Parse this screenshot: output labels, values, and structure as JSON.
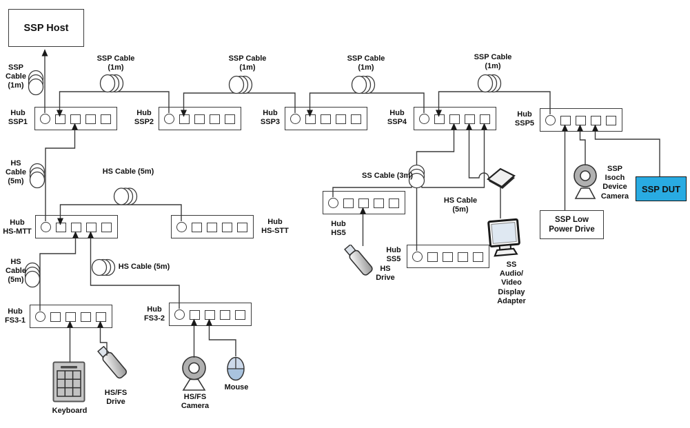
{
  "diagram": {
    "host": {
      "label": "SSP Host"
    },
    "hubs": {
      "ssp1": {
        "label": "Hub\nSSP1"
      },
      "ssp2": {
        "label": "Hub\nSSP2"
      },
      "ssp3": {
        "label": "Hub\nSSP3"
      },
      "ssp4": {
        "label": "Hub\nSSP4"
      },
      "ssp5": {
        "label": "Hub\nSSP5"
      },
      "hs_mtt": {
        "label": "Hub\nHS-MTT"
      },
      "hs_stt": {
        "label": "Hub\nHS-STT"
      },
      "fs3_1": {
        "label": "Hub\nFS3-1"
      },
      "fs3_2": {
        "label": "Hub\nFS3-2"
      },
      "hs5": {
        "label": "Hub\nHS5"
      },
      "ss5": {
        "label": "Hub\nSS5"
      }
    },
    "cables": {
      "ssp_host": {
        "label": "SSP\nCable\n(1m)"
      },
      "ssp_1_2": {
        "label": "SSP Cable\n(1m)"
      },
      "ssp_2_3": {
        "label": "SSP Cable\n(1m)"
      },
      "ssp_3_4": {
        "label": "SSP  Cable\n(1m)"
      },
      "ssp_4_5": {
        "label": "SSP Cable\n(1m)"
      },
      "hs_mtt_up": {
        "label": "HS\nCable\n(5m)"
      },
      "hs_mtt_stt": {
        "label": "HS Cable (5m)"
      },
      "hs_fs3_1": {
        "label": "HS\nCable\n(5m)"
      },
      "hs_fs3_2": {
        "label": "HS Cable (5m)"
      },
      "ss_3m": {
        "label": "SS Cable (3m)"
      },
      "hs_5m_right": {
        "label": "HS Cable\n(5m)"
      }
    },
    "devices": {
      "keyboard": {
        "label": "Keyboard"
      },
      "hsfs_drive": {
        "label": "HS/FS\nDrive"
      },
      "hsfs_camera": {
        "label": "HS/FS\nCamera"
      },
      "mouse": {
        "label": "Mouse"
      },
      "hs_drive": {
        "label": "HS\nDrive"
      },
      "av_adapter": {
        "label": "SS\nAudio/\nVideo\nDisplay\nAdapter"
      },
      "isoch_camera": {
        "label": "SSP\nIsoch\nDevice\nCamera"
      },
      "low_power_drive": {
        "label": "SSP Low\nPower Drive"
      },
      "ssp_dut": {
        "label": "SSP DUT"
      }
    },
    "connections": [
      {
        "from": "Hub SSP1 upstream",
        "to": "SSP Host",
        "cable": "SSP Cable (1m)"
      },
      {
        "from": "Hub SSP2 upstream",
        "to": "Hub SSP1 port 1",
        "cable": "SSP Cable (1m)"
      },
      {
        "from": "Hub SSP3 upstream",
        "to": "Hub SSP2 port 1",
        "cable": "SSP Cable (1m)"
      },
      {
        "from": "Hub SSP4 upstream",
        "to": "Hub SSP3 port 1",
        "cable": "SSP Cable (1m)"
      },
      {
        "from": "Hub SSP5 upstream",
        "to": "Hub SSP4 port 1",
        "cable": "SSP Cable (1m)"
      },
      {
        "from": "Hub HS-MTT upstream",
        "to": "Hub SSP1 port 2",
        "cable": "HS Cable (5m)"
      },
      {
        "from": "Hub HS-STT upstream",
        "to": "Hub HS-MTT port 1",
        "cable": "HS Cable (5m)"
      },
      {
        "from": "Hub FS3-1 upstream",
        "to": "Hub HS-MTT port 2",
        "cable": "HS Cable (5m)"
      },
      {
        "from": "Hub FS3-2 upstream",
        "to": "Hub HS-MTT port 3",
        "cable": "HS Cable (5m)"
      },
      {
        "from": "Keyboard",
        "to": "Hub FS3-1 port 2"
      },
      {
        "from": "HS/FS Drive",
        "to": "Hub FS3-1 port 4"
      },
      {
        "from": "HS/FS Camera",
        "to": "Hub FS3-2 port 1"
      },
      {
        "from": "Mouse",
        "to": "Hub FS3-2 port 2"
      },
      {
        "from": "Hub SS5 upstream",
        "to": "Hub SSP4 port 2",
        "cable": "SS Cable (3m)"
      },
      {
        "from": "SS Audio/Video Display Adapter",
        "to": "Hub SSP4 port 3"
      },
      {
        "from": "Hub HS5 upstream",
        "to": "Hub SSP4 port 4",
        "cable": "HS Cable (5m)"
      },
      {
        "from": "HS Drive",
        "to": "Hub HS5 port 2"
      },
      {
        "from": "SSP Low Power Drive",
        "to": "Hub SSP5 port 1"
      },
      {
        "from": "SSP Isoch Device Camera",
        "to": "Hub SSP5 port 2"
      },
      {
        "from": "SSP DUT",
        "to": "Hub SSP5 port 3"
      }
    ],
    "colors": {
      "line": "#3a3a3a",
      "dut_fill": "#29ABE2",
      "mouse_fill": "#b9cde2",
      "device_gray": "#b0b0b0"
    }
  }
}
